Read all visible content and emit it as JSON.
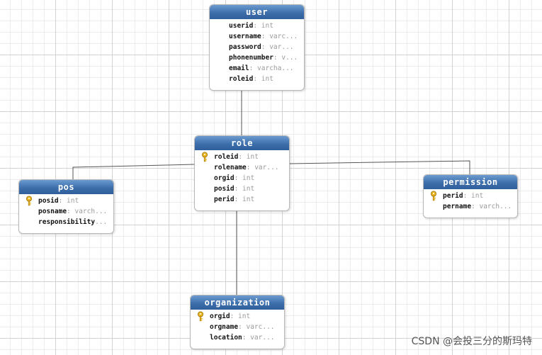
{
  "entities": {
    "user": {
      "title": "user",
      "fields": [
        {
          "name": "userid",
          "type": ": int"
        },
        {
          "name": "username",
          "type": ": varc..."
        },
        {
          "name": "password",
          "type": ": var..."
        },
        {
          "name": "phonenumber",
          "type": ": v..."
        },
        {
          "name": "email",
          "type": ": varcha..."
        },
        {
          "name": "roleid",
          "type": ": int"
        }
      ]
    },
    "role": {
      "title": "role",
      "fields": [
        {
          "name": "roleid",
          "type": ": int"
        },
        {
          "name": "rolename",
          "type": ": var..."
        },
        {
          "name": "orgid",
          "type": ": int"
        },
        {
          "name": "posid",
          "type": ": int"
        },
        {
          "name": "perid",
          "type": ": int"
        }
      ]
    },
    "pos": {
      "title": "pos",
      "fields": [
        {
          "name": "posid",
          "type": ": int"
        },
        {
          "name": "posname",
          "type": ": varch..."
        },
        {
          "name": "responsibility",
          "type": "..."
        }
      ]
    },
    "permission": {
      "title": "permission",
      "fields": [
        {
          "name": "perid",
          "type": ": int"
        },
        {
          "name": "pername",
          "type": ": varch..."
        }
      ]
    },
    "organization": {
      "title": "organization",
      "fields": [
        {
          "name": "orgid",
          "type": ": int"
        },
        {
          "name": "orgname",
          "type": ": varc..."
        },
        {
          "name": "location",
          "type": ": var..."
        }
      ]
    }
  },
  "icons": {
    "primary_key": "key-icon"
  },
  "colors": {
    "header": "#3d6fab",
    "connector": "#555555",
    "grid": "#d3d3d3"
  },
  "watermark": "CSDN @会投三分的斯玛特"
}
